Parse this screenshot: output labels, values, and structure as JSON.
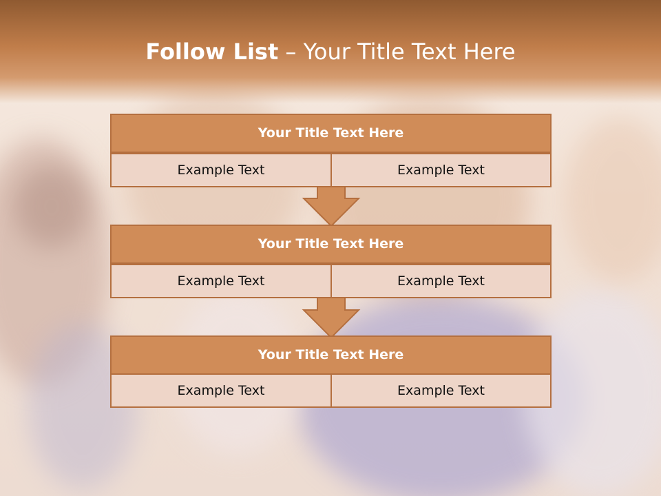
{
  "slide": {
    "title_bold": "Follow List",
    "title_rest": " – Your Title Text Here"
  },
  "steps": [
    {
      "title": "Your Title Text Here",
      "left": "Example Text",
      "right": "Example Text"
    },
    {
      "title": "Your Title Text Here",
      "left": "Example Text",
      "right": "Example Text"
    },
    {
      "title": "Your Title Text Here",
      "left": "Example Text",
      "right": "Example Text"
    }
  ],
  "colors": {
    "header_fill": "#d08c58",
    "cell_fill": "#eed5c8",
    "border": "#b46f3f",
    "title_band": "#c07d4a"
  }
}
